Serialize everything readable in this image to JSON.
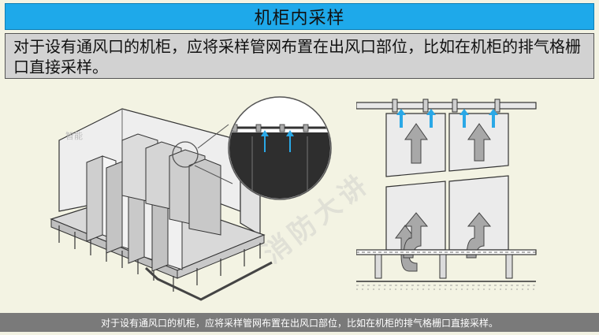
{
  "title": "机柜内采样",
  "description": "对于设有通风口的机柜，应将采样管网布置在出风口部位，比如在机柜的排气格栅口直接采样。",
  "caption": "对于设有通风口的机柜，应将采样管网布置在出风口部位，比如在机柜的排气格栅口直接采样。",
  "watermark": "消防大讲",
  "small_logo": "智能",
  "colors": {
    "title_bg": "#1ea9ea",
    "desc_bg": "#d2d2d2",
    "caption_bg": "#7a7a7a",
    "arrow_blue": "#2aa8e6",
    "arrow_grey": "#9a9a9a"
  },
  "icons": [
    "airflow-arrow-icon",
    "sampling-arrow-icon"
  ]
}
